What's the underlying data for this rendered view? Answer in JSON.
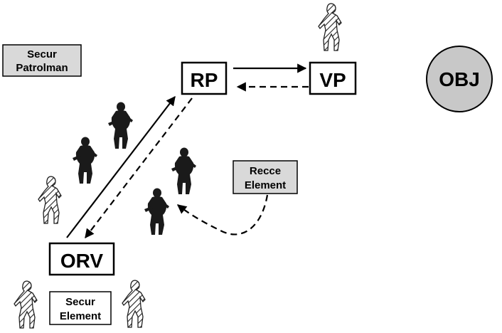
{
  "diagram": {
    "nodes": {
      "rp": "RP",
      "vp": "VP",
      "orv": "ORV",
      "obj": "OBJ",
      "secur_patrolman": [
        "Secur",
        "Patrolman"
      ],
      "recce_element": [
        "Recce",
        "Element"
      ],
      "secur_element": [
        "Secur",
        "Element"
      ]
    },
    "figures": {
      "soldiers": [
        "soldier-silhouette",
        "soldier-silhouette",
        "soldier-silhouette",
        "soldier-silhouette"
      ],
      "security_sentries": [
        "hatched-sentry",
        "hatched-sentry",
        "hatched-sentry",
        "hatched-sentry"
      ]
    },
    "colors": {
      "label_box_fill": "#d9d9d9",
      "objective_fill": "#c8c8c8",
      "silhouette": "#1a1a1a"
    }
  }
}
